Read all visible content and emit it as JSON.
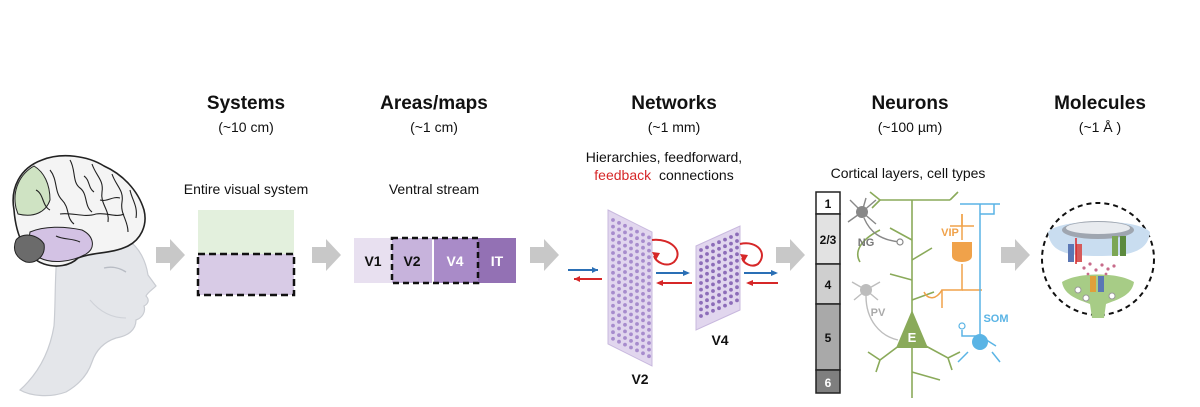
{
  "levels": [
    {
      "title": "Systems",
      "scale": "(~10 cm)",
      "desc": "Entire visual system"
    },
    {
      "title": "Areas/maps",
      "scale": "(~1 cm)",
      "desc": "Ventral stream"
    },
    {
      "title": "Networks",
      "scale": "(~1 mm)",
      "desc_line1": "Hierarchies, feedforward,",
      "desc_feedback": "feedback",
      "desc_rest": "connections"
    },
    {
      "title": "Neurons",
      "scale": "(~100 µm)",
      "desc": "Cortical layers, cell types"
    },
    {
      "title": "Molecules",
      "scale": "(~1 Å )"
    }
  ],
  "areas": [
    "V1",
    "V2",
    "V4",
    "IT"
  ],
  "network_labels": {
    "v2": "V2",
    "v4": "V4"
  },
  "layers": [
    "1",
    "2/3",
    "4",
    "5",
    "6"
  ],
  "cell_types": {
    "ng": "NG",
    "pv": "PV",
    "vip": "VIP",
    "som": "SOM",
    "e": "E"
  },
  "colors": {
    "feedback": "#d62728",
    "feedforward": "#2a6fb5",
    "purple": "#9b7bb8",
    "light_purple": "#d8cbe6",
    "green_box": "#e3f0dd",
    "arrow_gray": "#c8c8c8",
    "vip": "#f0a24a",
    "som": "#5ab4e5",
    "neuron_green": "#8aaa5a"
  }
}
